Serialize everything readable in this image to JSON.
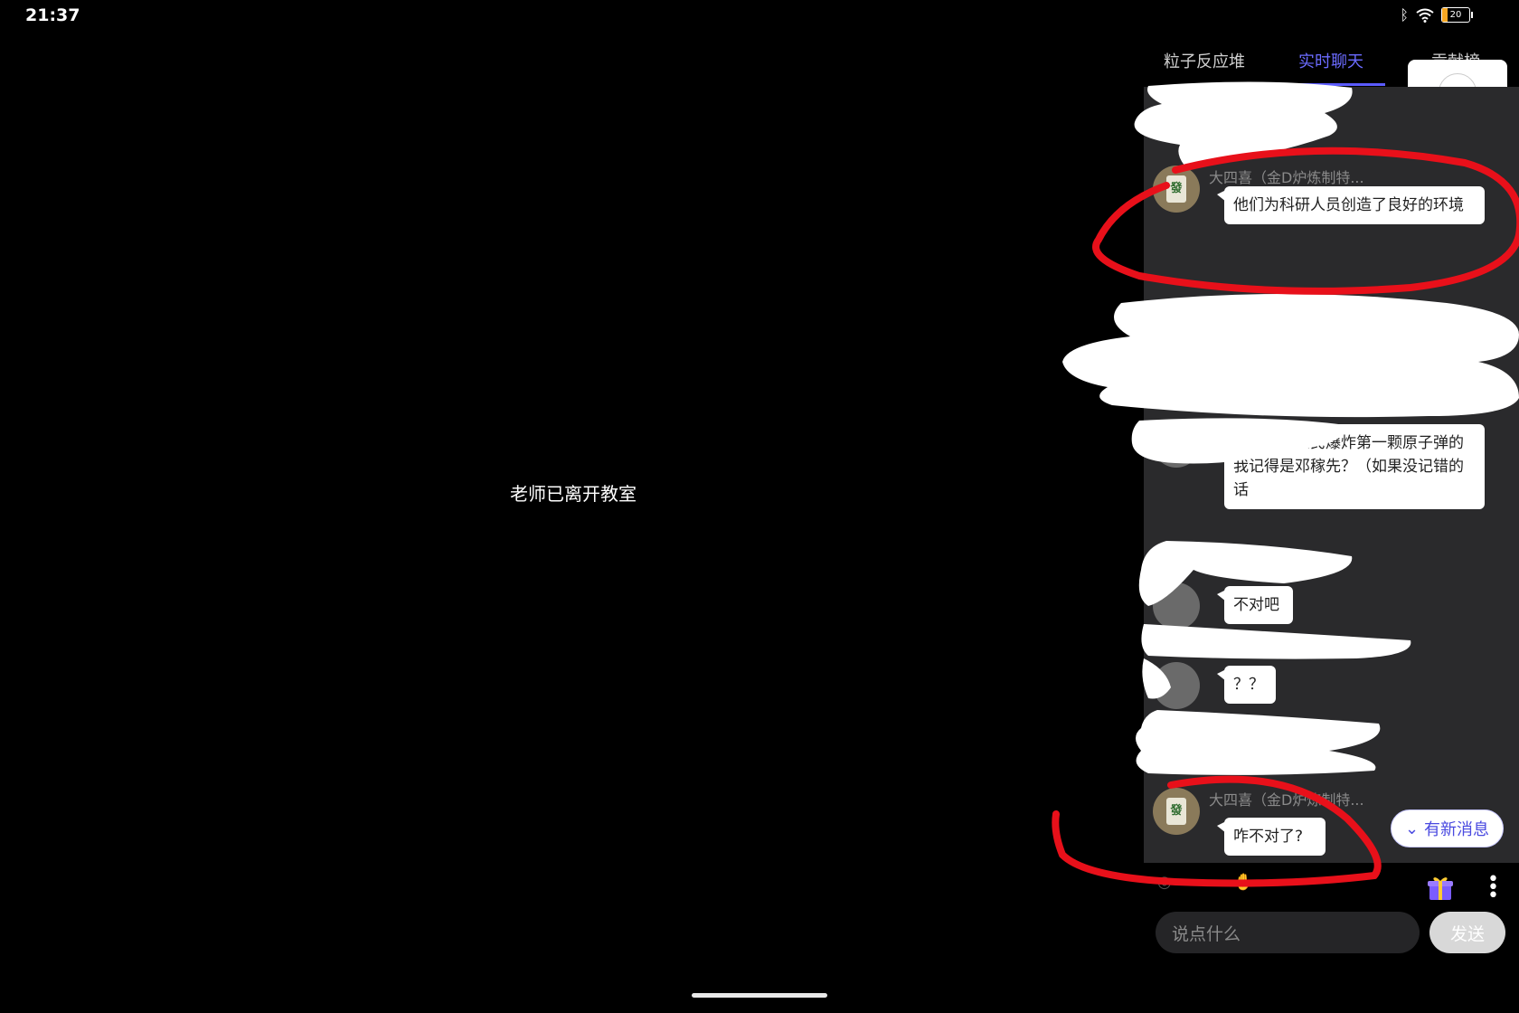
{
  "status_bar": {
    "time": "21:37",
    "battery": "20"
  },
  "main": {
    "status_text": "老师已离开教室"
  },
  "tabs": [
    {
      "label": "粒子反应堆",
      "active": false
    },
    {
      "label": "实时聊天",
      "active": true
    },
    {
      "label": "贡献榜",
      "active": false
    }
  ],
  "collapse_button": {
    "icon": "double-chevron-left-icon"
  },
  "chat": {
    "messages": [
      {
        "sender": "大四喜（金D炉炼制特...",
        "text": "他们为科研人员创造了良好的环境",
        "avatar_tile": "發"
      },
      {
        "sender": "",
        "text": "带领中国人民爆炸第一颗原子弹的我记得是邓稼先？（如果没记错的话",
        "avatar_tile": ""
      },
      {
        "sender": "",
        "text": "不对吧",
        "avatar_tile": ""
      },
      {
        "sender": "",
        "text": "？？",
        "avatar_tile": ""
      },
      {
        "sender": "大四喜（金D炉炼制特...",
        "text": "咋不对了?",
        "avatar_tile": "發"
      }
    ],
    "new_message_label": "有新消息"
  },
  "composer": {
    "placeholder": "说点什么",
    "send_label": "发送"
  },
  "colors": {
    "accent": "#5b5bff",
    "annotation": "#e8101a"
  }
}
